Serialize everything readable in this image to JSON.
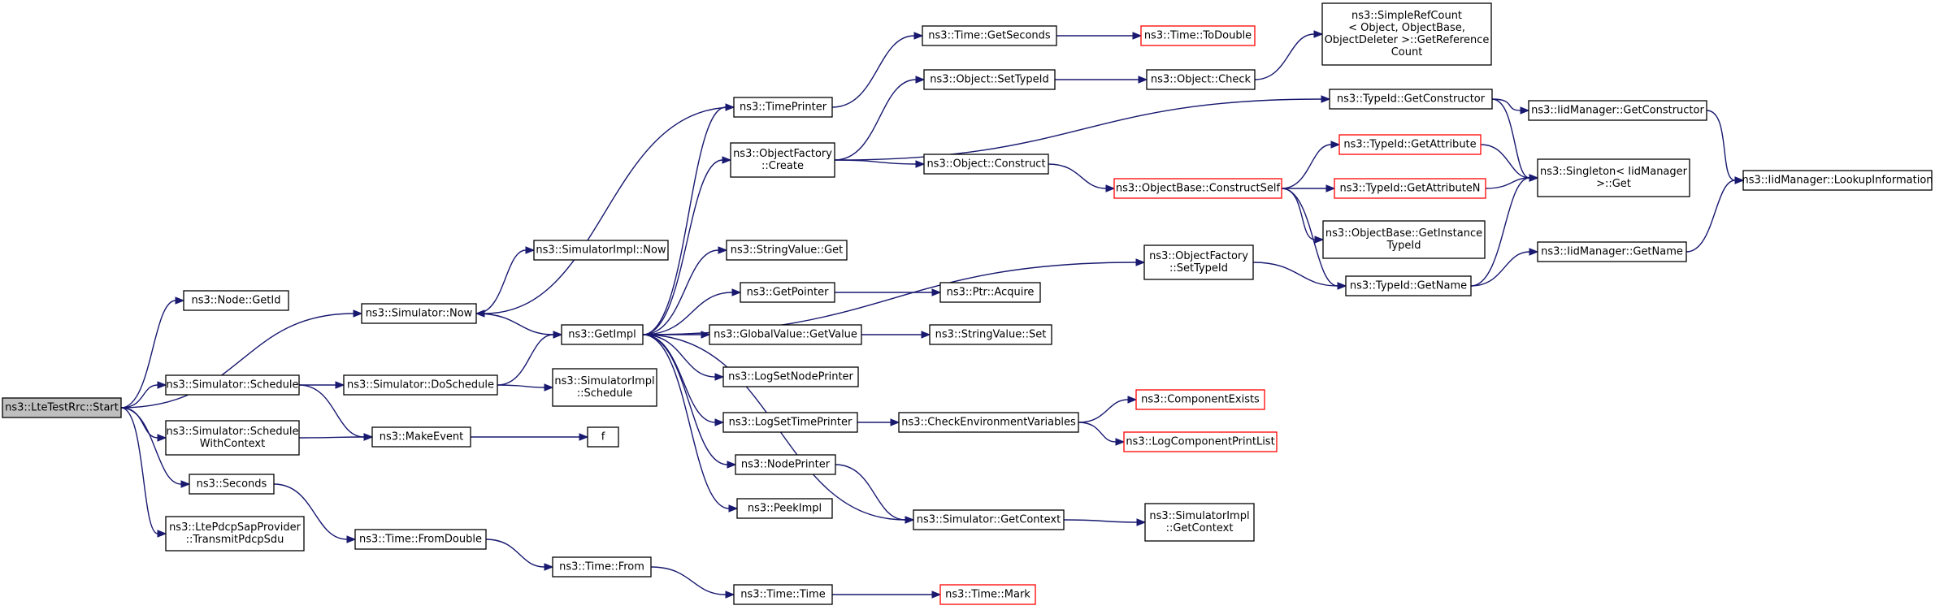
{
  "graph": {
    "colors": {
      "edge": "#191970",
      "node_border": "#000000",
      "incomplete_border": "#ff0000",
      "root_fill": "#bfbfbf"
    },
    "nodes": [
      {
        "id": "start",
        "lines": [
          "ns3::LteTestRrc::Start"
        ],
        "root": true
      },
      {
        "id": "getid",
        "lines": [
          "ns3::Node::GetId"
        ]
      },
      {
        "id": "sim_now",
        "lines": [
          "ns3::Simulator::Now"
        ]
      },
      {
        "id": "simimpl_now",
        "lines": [
          "ns3::SimulatorImpl::Now"
        ]
      },
      {
        "id": "sim_schedule",
        "lines": [
          "ns3::Simulator::Schedule"
        ]
      },
      {
        "id": "sim_doschedule",
        "lines": [
          "ns3::Simulator::DoSchedule"
        ]
      },
      {
        "id": "simimpl_schedule",
        "lines": [
          "ns3::SimulatorImpl",
          "::Schedule"
        ]
      },
      {
        "id": "sim_schedwctx",
        "lines": [
          "ns3::Simulator::Schedule",
          "WithContext"
        ]
      },
      {
        "id": "makeevent",
        "lines": [
          "ns3::MakeEvent"
        ]
      },
      {
        "id": "f",
        "lines": [
          "f"
        ]
      },
      {
        "id": "seconds",
        "lines": [
          "ns3::Seconds"
        ]
      },
      {
        "id": "ltepdcp",
        "lines": [
          "ns3::LtePdcpSapProvider",
          "::TransmitPdcpSdu"
        ]
      },
      {
        "id": "fromdouble",
        "lines": [
          "ns3::Time::FromDouble"
        ]
      },
      {
        "id": "timefrom",
        "lines": [
          "ns3::Time::From"
        ]
      },
      {
        "id": "timetime",
        "lines": [
          "ns3::Time::Time"
        ]
      },
      {
        "id": "timemark",
        "lines": [
          "ns3::Time::Mark"
        ],
        "incomplete": true
      },
      {
        "id": "getimpl",
        "lines": [
          "ns3::GetImpl"
        ]
      },
      {
        "id": "timeprinter",
        "lines": [
          "ns3::TimePrinter"
        ]
      },
      {
        "id": "objfactory_create",
        "lines": [
          "ns3::ObjectFactory",
          "::Create"
        ]
      },
      {
        "id": "stringvalue_get",
        "lines": [
          "ns3::StringValue::Get"
        ]
      },
      {
        "id": "getpointer",
        "lines": [
          "ns3::GetPointer"
        ]
      },
      {
        "id": "globalvalue_get",
        "lines": [
          "ns3::GlobalValue::GetValue"
        ]
      },
      {
        "id": "logsetnodeprinter",
        "lines": [
          "ns3::LogSetNodePrinter"
        ]
      },
      {
        "id": "logsettimeprinter",
        "lines": [
          "ns3::LogSetTimePrinter"
        ]
      },
      {
        "id": "nodeprinter",
        "lines": [
          "ns3::NodePrinter"
        ]
      },
      {
        "id": "peekimpl",
        "lines": [
          "ns3::PeekImpl"
        ]
      },
      {
        "id": "time_getseconds",
        "lines": [
          "ns3::Time::GetSeconds"
        ]
      },
      {
        "id": "time_todouble",
        "lines": [
          "ns3::Time::ToDouble"
        ],
        "incomplete": true
      },
      {
        "id": "obj_settypeid",
        "lines": [
          "ns3::Object::SetTypeId"
        ]
      },
      {
        "id": "obj_check",
        "lines": [
          "ns3::Object::Check"
        ]
      },
      {
        "id": "simplerefcount",
        "lines": [
          "ns3::SimpleRefCount",
          "< Object, ObjectBase,",
          "ObjectDeleter >::GetReference",
          "Count"
        ]
      },
      {
        "id": "obj_construct",
        "lines": [
          "ns3::Object::Construct"
        ]
      },
      {
        "id": "objbase_constructself",
        "lines": [
          "ns3::ObjectBase::ConstructSelf"
        ],
        "incomplete": true
      },
      {
        "id": "typeid_getconstructor",
        "lines": [
          "ns3::TypeId::GetConstructor"
        ]
      },
      {
        "id": "iidmgr_getconstructor",
        "lines": [
          "ns3::IidManager::GetConstructor"
        ]
      },
      {
        "id": "typeid_getattribute",
        "lines": [
          "ns3::TypeId::GetAttribute"
        ],
        "incomplete": true
      },
      {
        "id": "typeid_getattributen",
        "lines": [
          "ns3::TypeId::GetAttributeN"
        ],
        "incomplete": true
      },
      {
        "id": "singleton_get",
        "lines": [
          "ns3::Singleton< IidManager",
          ">::Get"
        ]
      },
      {
        "id": "iidmgr_lookup",
        "lines": [
          "ns3::IidManager::LookupInformation"
        ]
      },
      {
        "id": "objbase_getinstancetypeid",
        "lines": [
          "ns3::ObjectBase::GetInstance",
          "TypeId"
        ]
      },
      {
        "id": "objfactory_settypeid",
        "lines": [
          "ns3::ObjectFactory",
          "::SetTypeId"
        ]
      },
      {
        "id": "typeid_getname",
        "lines": [
          "ns3::TypeId::GetName"
        ]
      },
      {
        "id": "iidmgr_getname",
        "lines": [
          "ns3::IidManager::GetName"
        ]
      },
      {
        "id": "ptr_acquire",
        "lines": [
          "ns3::Ptr::Acquire"
        ]
      },
      {
        "id": "stringvalue_set",
        "lines": [
          "ns3::StringValue::Set"
        ]
      },
      {
        "id": "checkenvvars",
        "lines": [
          "ns3::CheckEnvironmentVariables"
        ]
      },
      {
        "id": "componentexists",
        "lines": [
          "ns3::ComponentExists"
        ],
        "incomplete": true
      },
      {
        "id": "logcomponentprintlist",
        "lines": [
          "ns3::LogComponentPrintList"
        ],
        "incomplete": true
      },
      {
        "id": "sim_getcontext",
        "lines": [
          "ns3::Simulator::GetContext"
        ]
      },
      {
        "id": "simimpl_getcontext",
        "lines": [
          "ns3::SimulatorImpl",
          "::GetContext"
        ]
      }
    ],
    "edges": [
      [
        "start",
        "getid"
      ],
      [
        "start",
        "sim_now"
      ],
      [
        "start",
        "sim_schedule"
      ],
      [
        "start",
        "sim_schedwctx"
      ],
      [
        "start",
        "seconds"
      ],
      [
        "start",
        "ltepdcp"
      ],
      [
        "sim_now",
        "simimpl_now"
      ],
      [
        "sim_now",
        "getimpl"
      ],
      [
        "sim_schedule",
        "sim_doschedule"
      ],
      [
        "sim_schedule",
        "makeevent"
      ],
      [
        "sim_doschedule",
        "getimpl"
      ],
      [
        "sim_doschedule",
        "simimpl_schedule"
      ],
      [
        "sim_schedwctx",
        "makeevent"
      ],
      [
        "makeevent",
        "f"
      ],
      [
        "seconds",
        "fromdouble"
      ],
      [
        "fromdouble",
        "timefrom"
      ],
      [
        "timefrom",
        "timetime"
      ],
      [
        "timetime",
        "timemark"
      ],
      [
        "getimpl",
        "timeprinter"
      ],
      [
        "getimpl",
        "objfactory_create"
      ],
      [
        "getimpl",
        "stringvalue_get"
      ],
      [
        "getimpl",
        "getpointer"
      ],
      [
        "getimpl",
        "globalvalue_get"
      ],
      [
        "getimpl",
        "logsetnodeprinter"
      ],
      [
        "getimpl",
        "logsettimeprinter"
      ],
      [
        "getimpl",
        "nodeprinter"
      ],
      [
        "getimpl",
        "peekimpl"
      ],
      [
        "getimpl",
        "objfactory_settypeid"
      ],
      [
        "getimpl",
        "sim_getcontext"
      ],
      [
        "timeprinter",
        "sim_now"
      ],
      [
        "timeprinter",
        "time_getseconds"
      ],
      [
        "time_getseconds",
        "time_todouble"
      ],
      [
        "objfactory_create",
        "obj_settypeid"
      ],
      [
        "objfactory_create",
        "obj_construct"
      ],
      [
        "objfactory_create",
        "typeid_getconstructor"
      ],
      [
        "obj_settypeid",
        "obj_check"
      ],
      [
        "obj_check",
        "simplerefcount"
      ],
      [
        "obj_construct",
        "objbase_constructself"
      ],
      [
        "objbase_constructself",
        "typeid_getattribute"
      ],
      [
        "objbase_constructself",
        "typeid_getattributen"
      ],
      [
        "objbase_constructself",
        "objbase_getinstancetypeid"
      ],
      [
        "objbase_constructself",
        "typeid_getname"
      ],
      [
        "typeid_getconstructor",
        "iidmgr_getconstructor"
      ],
      [
        "typeid_getconstructor",
        "singleton_get"
      ],
      [
        "iidmgr_getconstructor",
        "iidmgr_lookup"
      ],
      [
        "typeid_getattribute",
        "singleton_get"
      ],
      [
        "typeid_getattributen",
        "singleton_get"
      ],
      [
        "objfactory_settypeid",
        "typeid_getname"
      ],
      [
        "typeid_getname",
        "singleton_get"
      ],
      [
        "typeid_getname",
        "iidmgr_getname"
      ],
      [
        "iidmgr_getname",
        "iidmgr_lookup"
      ],
      [
        "getpointer",
        "ptr_acquire"
      ],
      [
        "globalvalue_get",
        "stringvalue_set"
      ],
      [
        "logsettimeprinter",
        "checkenvvars"
      ],
      [
        "checkenvvars",
        "componentexists"
      ],
      [
        "checkenvvars",
        "logcomponentprintlist"
      ],
      [
        "nodeprinter",
        "sim_getcontext"
      ],
      [
        "sim_getcontext",
        "simimpl_getcontext"
      ]
    ]
  }
}
